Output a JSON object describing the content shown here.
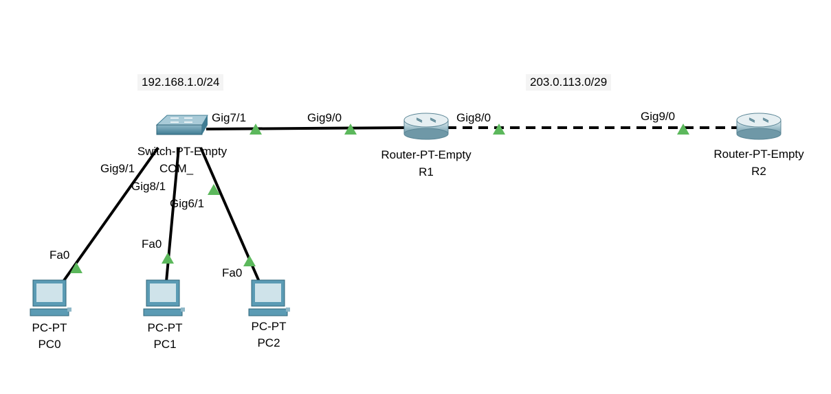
{
  "networks": {
    "lan": "192.168.1.0/24",
    "wan": "203.0.113.0/29"
  },
  "devices": {
    "switch": {
      "model": "Switch-PT-Empty",
      "name": "COM_"
    },
    "r1": {
      "model": "Router-PT-Empty",
      "name": "R1"
    },
    "r2": {
      "model": "Router-PT-Empty",
      "name": "R2"
    },
    "pc0": {
      "model": "PC-PT",
      "name": "PC0"
    },
    "pc1": {
      "model": "PC-PT",
      "name": "PC1"
    },
    "pc2": {
      "model": "PC-PT",
      "name": "PC2"
    }
  },
  "ports": {
    "sw_to_r1": "Gig7/1",
    "r1_from_sw": "Gig9/0",
    "r1_to_r2": "Gig8/0",
    "r2_from_r1": "Gig9/0",
    "sw_to_pc0": "Gig9/1",
    "sw_to_pc1": "Gig8/1",
    "sw_to_pc2": "Gig6/1",
    "pc0_port": "Fa0",
    "pc1_port": "Fa0",
    "pc2_port": "Fa0"
  },
  "colors": {
    "link": "#000000",
    "link_up": "#5cb85c",
    "device_body": "#5b9bb4",
    "screen": "#cfe3ea"
  }
}
